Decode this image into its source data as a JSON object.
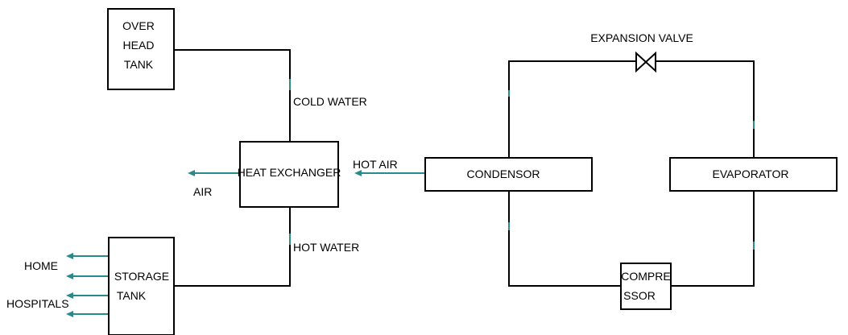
{
  "components": {
    "overhead_tank": [
      "OVER",
      "HEAD",
      "TANK"
    ],
    "heat_exchanger": "HEAT EXCHANGER",
    "storage_tank": [
      "STORAGE",
      "TANK"
    ],
    "condensor": "CONDENSOR",
    "evaporator": "EVAPORATOR",
    "compressor": [
      "COMPRE",
      "SSOR"
    ],
    "expansion_valve": "EXPANSION VALVE"
  },
  "flows": {
    "cold_water": "COLD WATER",
    "hot_water": "HOT WATER",
    "hot_air": "HOT AIR",
    "air": "AIR"
  },
  "outlets": {
    "home": "HOME",
    "hospitals": "HOSPITALS"
  },
  "colors": {
    "lines": "#000000",
    "flow_arrows": "#2a8a8a"
  }
}
